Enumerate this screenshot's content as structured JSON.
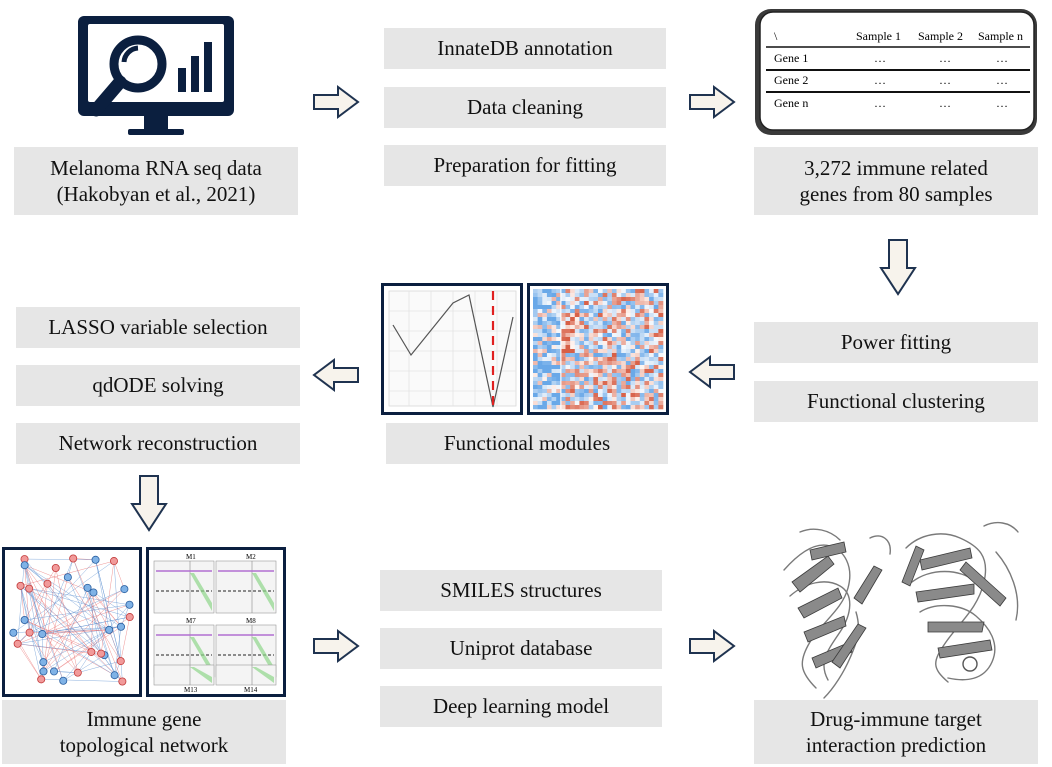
{
  "stage1": {
    "source_line1": "Melanoma RNA seq data",
    "source_line2": "(Hakobyan et al., 2021)",
    "steps": [
      "InnateDB annotation",
      "Data cleaning",
      "Preparation for fitting"
    ]
  },
  "table": {
    "corner": "\\",
    "columns": [
      "Sample 1",
      "Sample 2",
      "Sample n"
    ],
    "rows": [
      {
        "gene": "Gene 1",
        "cells": [
          "…",
          "…",
          "…"
        ]
      },
      {
        "gene": "Gene 2",
        "cells": [
          "…",
          "…",
          "…"
        ]
      },
      {
        "gene": "Gene n",
        "cells": [
          "…",
          "…",
          "…"
        ]
      }
    ],
    "caption_line1": "3,272 immune related",
    "caption_line2": "genes from 80 samples"
  },
  "stage2": {
    "fitting": [
      "Power fitting",
      "Functional clustering"
    ],
    "modules_label": "Functional modules",
    "network_steps": [
      "LASSO variable selection",
      "qdODE solving",
      "Network reconstruction"
    ]
  },
  "stage3": {
    "network_line1": "Immune gene",
    "network_line2": "topological network",
    "module_labels": [
      "M1",
      "M2",
      "M7",
      "M8",
      "M13",
      "M14"
    ],
    "dl_steps": [
      "SMILES structures",
      "Uniprot database",
      "Deep learning model"
    ],
    "prediction_line1": "Drug-immune target",
    "prediction_line2": "interaction prediction"
  },
  "colors": {
    "box_fill": "#e6e6e6",
    "arrow_fill": "#f7f3ec",
    "arrow_stroke": "#1f3350",
    "navy": "#0b1f3f",
    "dashed_red": "#e02020"
  }
}
